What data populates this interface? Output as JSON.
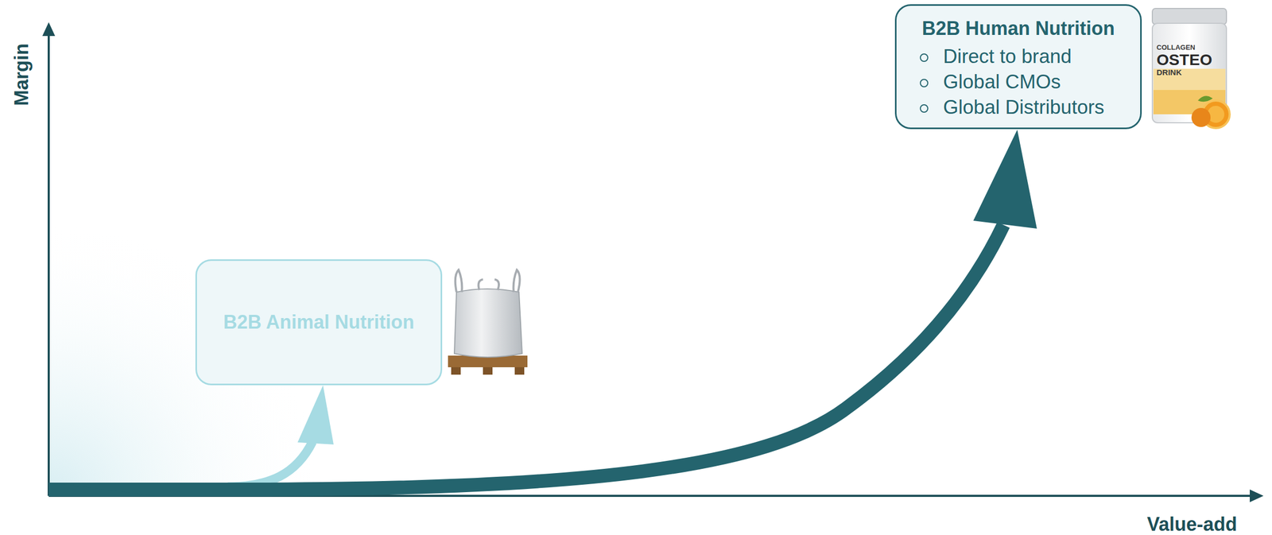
{
  "diagram": {
    "nodes": [
      {
        "text": [
          "B2B Animal Nutrition"
        ]
      },
      {
        "text": [
          "B2B Human Nutrition",
          "Direct to brand",
          "Global CMOs",
          "Global Distributors"
        ]
      }
    ],
    "labels": [
      "Margin",
      "Value-add",
      "COLLAGEN",
      "OSTEO",
      "DRINK"
    ]
  }
}
